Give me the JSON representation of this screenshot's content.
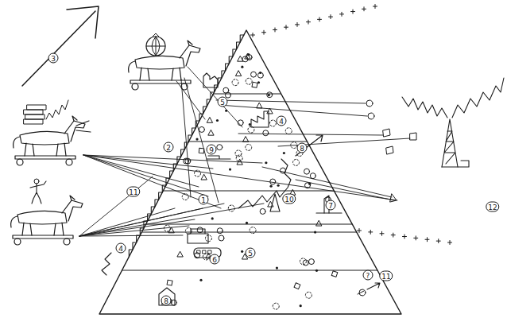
{
  "diagram": {
    "labels": [
      "3",
      "12",
      "2",
      "11",
      "1",
      "4",
      "5",
      "6",
      "7",
      "8",
      "9",
      "10",
      "?",
      "11",
      "8",
      "4",
      "5"
    ]
  }
}
